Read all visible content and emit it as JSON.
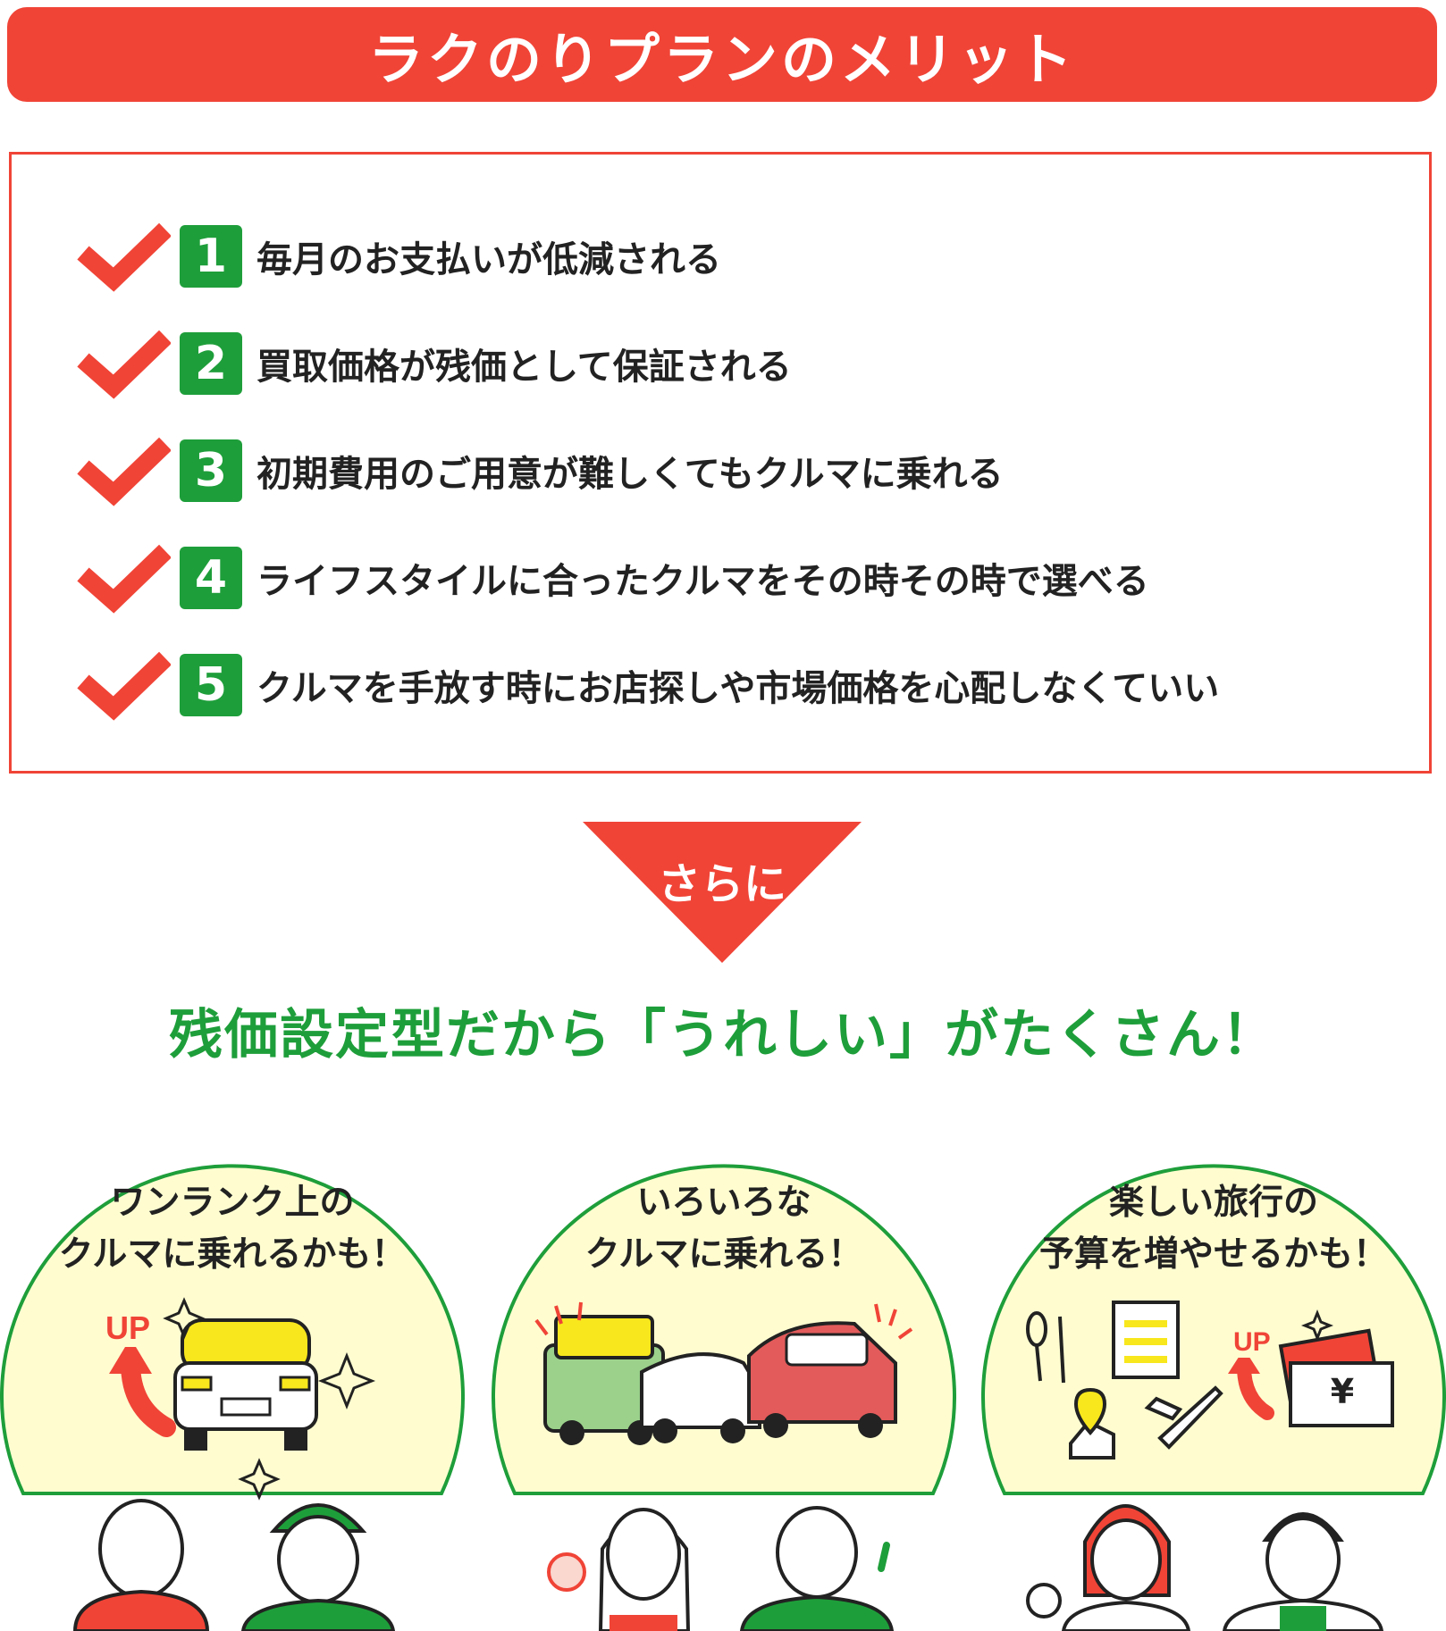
{
  "header": {
    "title": "ラクのりプランのメリット"
  },
  "merits": [
    {
      "number": "1",
      "text": "毎月のお支払いが低減される"
    },
    {
      "number": "2",
      "text": "買取価格が残価として保証される"
    },
    {
      "number": "3",
      "text": "初期費用のご用意が難しくてもクルマに乗れる"
    },
    {
      "number": "4",
      "text": "ライフスタイルに合ったクルマをその時その時で選べる"
    },
    {
      "number": "5",
      "text": "クルマを手放す時にお店探しや市場価格を心配しなくていい"
    }
  ],
  "arrow": {
    "label": "さらに"
  },
  "tagline": "残価設定型だから「うれしい」がたくさん！",
  "benefits": [
    {
      "line1": "ワンランク上の",
      "line2": "クルマに乗れるかも！",
      "badge": "UP"
    },
    {
      "line1": "いろいろな",
      "line2": "クルマに乗れる！"
    },
    {
      "line1": "楽しい旅行の",
      "line2": "予算を増やせるかも！",
      "badge": "UP",
      "money_symbol": "¥"
    }
  ],
  "colors": {
    "red": "#F04437",
    "green": "#1E9E3A",
    "yellow": "#FFFDD0",
    "car_yellow": "#F8E71C"
  }
}
